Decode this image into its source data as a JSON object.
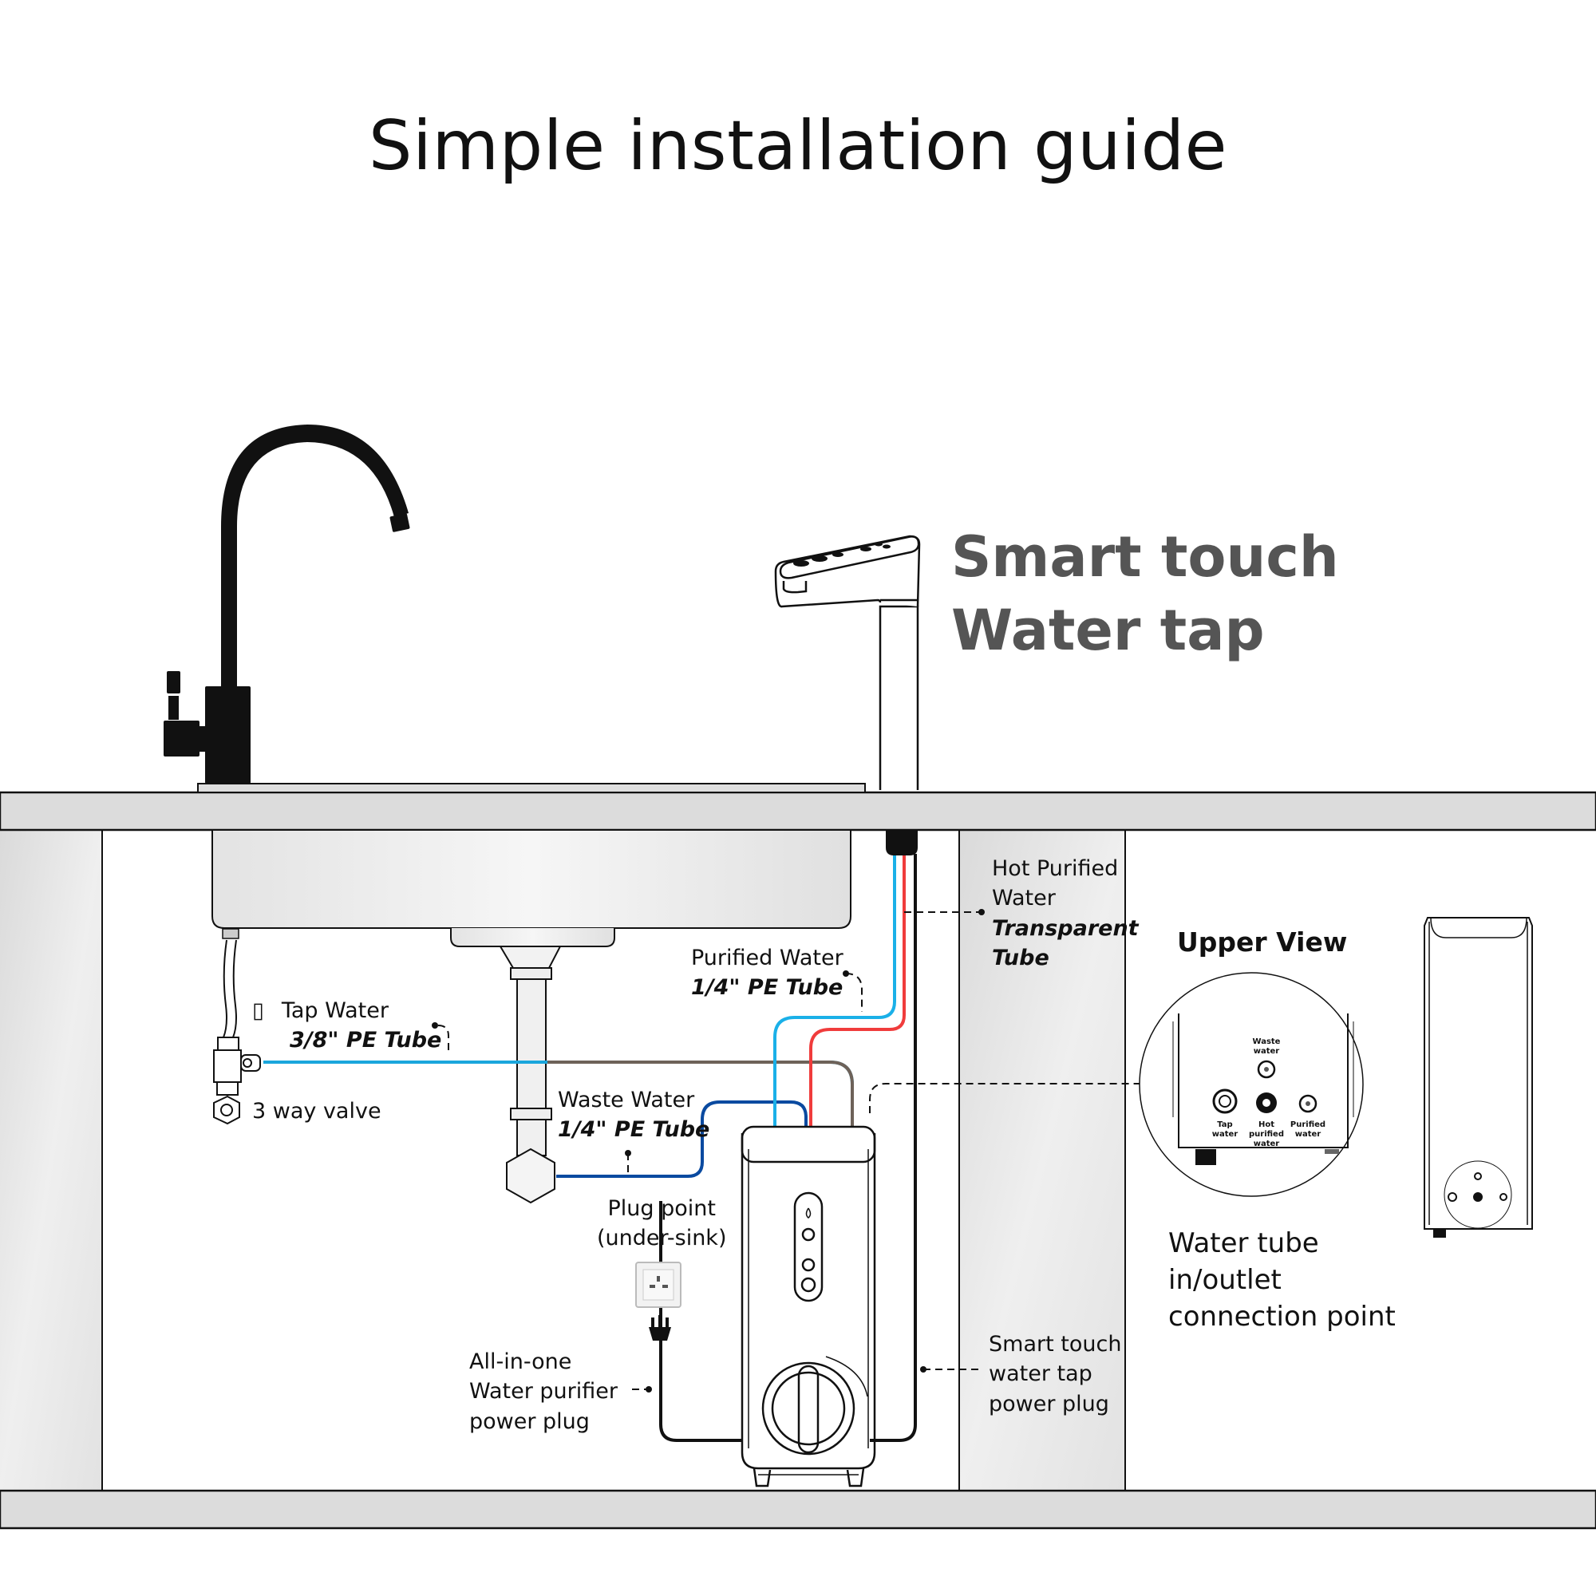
{
  "title": "Simple installation guide",
  "smart_tap_heading": {
    "line1": "Smart touch",
    "line2": "Water tap"
  },
  "labels": {
    "tap_water": {
      "name": "Tap Water",
      "tube": "3/8\" PE Tube",
      "box_glyph": "▯"
    },
    "three_way_valve": "3 way valve",
    "purified_water": {
      "name": "Purified Water",
      "tube": "1/4\" PE Tube"
    },
    "waste_water": {
      "name": "Waste Water",
      "tube": "1/4\" PE Tube"
    },
    "hot_purified_water": {
      "line1": "Hot Purified",
      "line2": "Water",
      "tube1": "Transparent",
      "tube2": "Tube"
    },
    "plug_point": {
      "line1": "Plug point",
      "line2": "(under-sink)"
    },
    "purifier_power_plug": {
      "line1": "All-in-one",
      "line2": "Water purifier",
      "line3": "power plug"
    },
    "tap_power_plug": {
      "line1": "Smart touch",
      "line2": "water tap",
      "line3": "power plug"
    }
  },
  "upper_view": {
    "title": "Upper View",
    "ports": {
      "waste": {
        "line1": "Waste",
        "line2": "water"
      },
      "tap": {
        "line1": "Tap",
        "line2": "water"
      },
      "hot": {
        "line1": "Hot purified",
        "line2": "water"
      },
      "purified": {
        "line1": "Purified",
        "line2": "water"
      }
    },
    "caption": {
      "line1": "Water tube",
      "line2": "in/outlet",
      "line3": "connection point"
    }
  },
  "colors": {
    "tap_water_tube": "#1aa6dc",
    "purified_tube": "#1ab0e8",
    "hot_tube": "#f03c3c",
    "waste_tube": "#0a4aa0",
    "brown_tube": "#6e6259",
    "counter": "#dcdcdc",
    "heading_gray": "#555555"
  }
}
